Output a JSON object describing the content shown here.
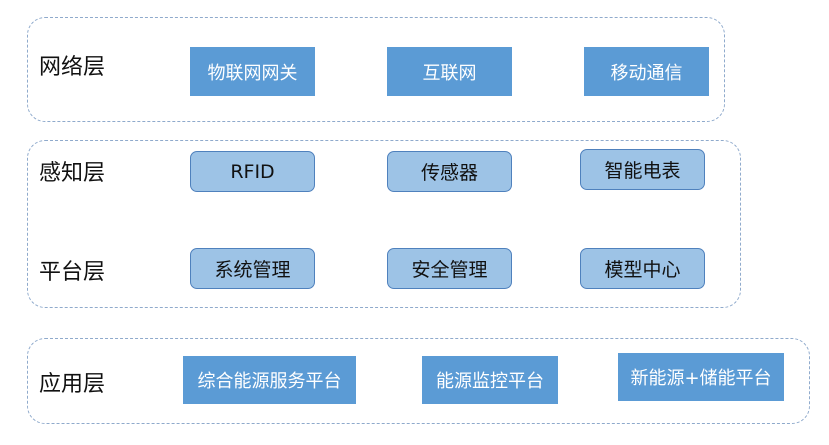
{
  "network_layer": {
    "label": "网络层",
    "items": [
      "物联网网关",
      "互联网",
      "移动通信"
    ]
  },
  "perception_layer": {
    "label": "感知层",
    "items": [
      "RFID",
      "传感器",
      "智能电表"
    ]
  },
  "platform_layer": {
    "label": "平台层",
    "items": [
      "系统管理",
      "安全管理",
      "模型中心"
    ]
  },
  "application_layer": {
    "label": "应用层",
    "items": [
      "综合能源服务平台",
      "能源监控平台",
      "新能源+储能平台"
    ]
  },
  "colors": {
    "flat_box_fill": "#5b9bd5",
    "rounded_box_fill": "#9dc3e6",
    "rounded_box_border": "#4f81bd",
    "frame_border": "#8faacc"
  }
}
